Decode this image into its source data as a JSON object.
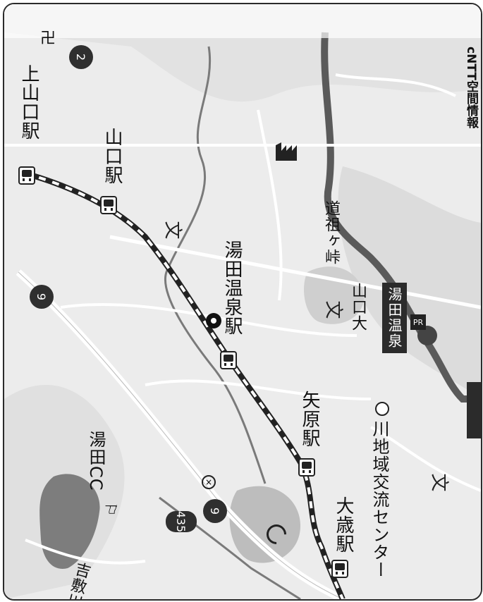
{
  "map": {
    "stations": {
      "kamiyamaguchi": "上山口駅",
      "yamaguchi": "山口駅",
      "yudaonsen": "湯田温泉駅",
      "yabara": "矢原駅",
      "ootoshi": "大歳駅"
    },
    "places": {
      "golf": "湯田CC",
      "toge": "道祖ヶ峠",
      "univ": "山口大",
      "onsen": "湯田温泉",
      "center": "川地域交流センター",
      "river": "吉敷川",
      "partial_top": "卍"
    },
    "routes": [
      "2",
      "9",
      "9",
      "435"
    ],
    "symbols": {
      "school": "文"
    },
    "park_label": "PR",
    "copyright": "cNTT空間情報"
  }
}
